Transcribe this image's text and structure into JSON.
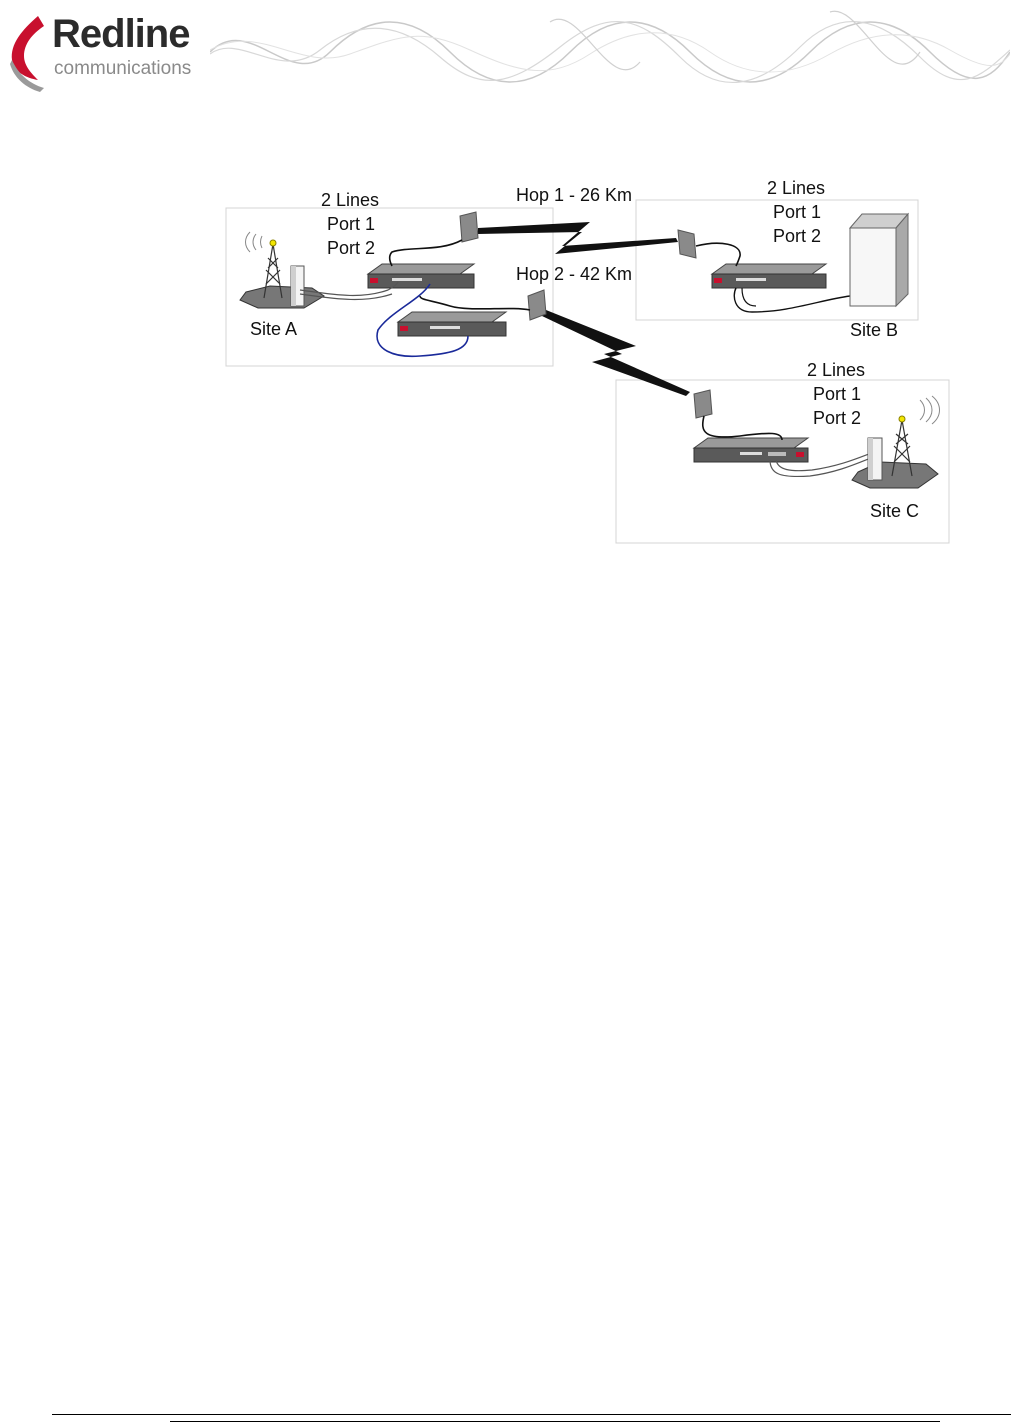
{
  "header": {
    "logo_name": "Redline",
    "logo_sub": "communications"
  },
  "diagram": {
    "siteA": {
      "lines": "2 Lines",
      "port1": "Port 1",
      "port2": "Port 2",
      "name": "Site A"
    },
    "siteB": {
      "lines": "2 Lines",
      "port1": "Port 1",
      "port2": "Port 2",
      "name": "Site B"
    },
    "siteC": {
      "lines": "2 Lines",
      "port1": "Port 1",
      "port2": "Port 2",
      "name": "Site C"
    },
    "hop1": "Hop 1 - 26 Km",
    "hop2": "Hop 2 - 42 Km"
  },
  "colors": {
    "brand_red": "#c8102e",
    "cable_blue": "#1a2a9a",
    "panel_border": "#d4d4d4"
  }
}
